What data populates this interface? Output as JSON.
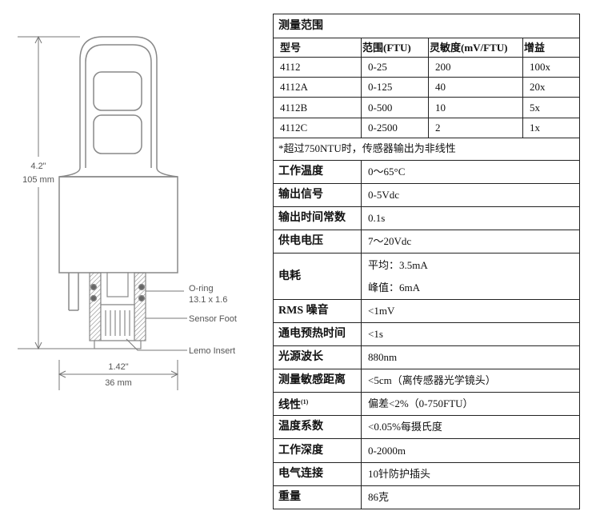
{
  "drawing": {
    "height_in": "4.2\"",
    "height_mm": "105 mm",
    "width_in": "1.42\"",
    "width_mm": "36 mm",
    "label_oring": "O-ring",
    "label_oring_size": "13.1 x 1.6",
    "label_sensor_foot": "Sensor Foot",
    "label_lemo": "Lemo Insert"
  },
  "spec": {
    "range_title": "测量范围",
    "columns": [
      "型号",
      "范围(FTU)",
      "灵敏度(mV/FTU)",
      "增益"
    ],
    "models": [
      [
        "4112",
        "0-25",
        "200",
        "100x"
      ],
      [
        "4112A",
        "0-125",
        "40",
        "20x"
      ],
      [
        "4112B",
        "0-500",
        "10",
        "5x"
      ],
      [
        "4112C",
        "0-2500",
        "2",
        "1x"
      ]
    ],
    "note": "*超过750NTU时，传感器输出为非线性",
    "rows": [
      {
        "label": "工作温度",
        "value": "0～65°C"
      },
      {
        "label": "输出信号",
        "value": "0-5Vdc"
      },
      {
        "label": "输出时间常数",
        "value": "0.1s"
      },
      {
        "label": "供电电压",
        "value": "7～20Vdc"
      }
    ],
    "power": {
      "label": "电耗",
      "avg": "平均：3.5mA",
      "peak": "峰值：6mA"
    },
    "rows2": [
      {
        "label": "RMS 噪音",
        "value": "<1mV"
      },
      {
        "label": "通电预热时间",
        "value": "<1s"
      },
      {
        "label": "光源波长",
        "value": "880nm"
      },
      {
        "label": "测量敏感距离",
        "value": "<5cm（离传感器光学镜头）"
      }
    ],
    "linearity": {
      "label": "线性",
      "sup": "(1)",
      "value": "偏差<2%（0-750FTU）"
    },
    "rows3": [
      {
        "label": "温度系数",
        "value": "<0.05%每摄氏度"
      },
      {
        "label": "工作深度",
        "value": "0-2000m"
      },
      {
        "label": "电气连接",
        "value": "10针防护插头"
      },
      {
        "label": "重量",
        "value": "86克"
      }
    ]
  }
}
